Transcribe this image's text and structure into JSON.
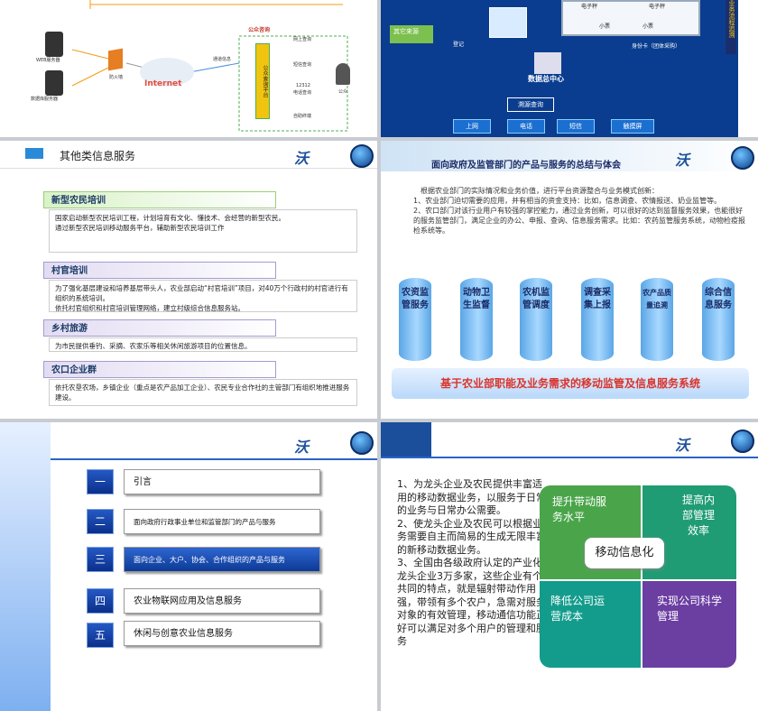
{
  "slide1": {
    "labels": {
      "web": "WEB服务器",
      "db": "数据库服务器",
      "firewall": "防火墙",
      "internet": "Internet",
      "public_query": "公众咨询",
      "platform": "公众查询平台",
      "online": "网上查询",
      "sms": "短信查询",
      "phone_num": "12312",
      "phone": "电话查询",
      "kiosk": "自助终端",
      "public": "公众",
      "channel": "通道信息"
    }
  },
  "slide2": {
    "labels": {
      "other": "其它来源",
      "register": "登记",
      "small1": "小票",
      "small2": "小票",
      "ecard1": "电子秤",
      "ecard2": "电子秤",
      "idcard": "身份卡（团体采购）",
      "center": "数据总中心",
      "query": "溯源查询",
      "web": "上网",
      "phone": "电话",
      "sms": "短信",
      "touch": "触摸屏",
      "side": "业务流程追溯"
    }
  },
  "slide3": {
    "title": "其他类信息服务",
    "sections": [
      {
        "head": "新型农民培训",
        "items": [
          "国家启动新型农民培训工程，计划培育有文化、懂技术、会经营的新型农民。",
          "通过新型农民培训移动服务平台，辅助新型农民培训工作"
        ]
      },
      {
        "head": "村官培训",
        "items": [
          "为了强化基层建设和培养基层带头人，农业部启动“村官培训”项目，对40万个行政村的村官进行有组织的系统培训。",
          "依托村官组织和村官培训管理网络，建立村级综合信息服务站。"
        ]
      },
      {
        "head": "乡村旅游",
        "items": [
          "为市民提供垂钓、采摘、农家乐等相关休闲旅游项目的位置信息。"
        ]
      },
      {
        "head": "农口企业群",
        "items": [
          "依托农垦农场，乡镇企业（重点是农产品加工企业）、农民专业合作社的主管部门有组织地推进服务建设。"
        ]
      }
    ]
  },
  "slide4": {
    "title": "面向政府及监管部门的产品与服务的总结与体会",
    "intro": "根据农业部门的实际情况和业务价值，进行平台资源整合与业务模式创新：",
    "p1": "1、农业部门迫切需要的应用，并有相当的资金支持：比如，信息调查、农情报送、奶业监管等。",
    "p2": "2、农口部门对该行业用户有较强的掌控能力，通过业务创新，可以很好的达到监督服务效果，也能很好的服务监管部门，满足企业的办公、申报、查询、信息服务需求。比如：农药监管服务系统，动物检疫报检系统等。",
    "cylinders": [
      "农资监管服务",
      "动物卫生监督",
      "农机监管调度",
      "调查采集上报",
      "农产品质量追溯",
      "综合信息服务"
    ],
    "banner": "基于农业部职能及业务需求的移动监管及信息服务系统"
  },
  "slide5": {
    "items": [
      {
        "num": "一",
        "label": "引言"
      },
      {
        "num": "二",
        "label": "面向政府行政事业单位和监管部门的产品与服务"
      },
      {
        "num": "三",
        "label": "面向企业、大户、协会、合作组织的产品与服务"
      },
      {
        "num": "四",
        "label": "农业物联网应用及信息服务"
      },
      {
        "num": "五",
        "label": "休闲与创意农业信息服务"
      }
    ]
  },
  "slide6": {
    "text": [
      "1、为龙头企业及农民提供丰富适用的移动数据业务，以服务于日常的业务与日常办公需要。",
      "2、使龙头企业及农民可以根据业务需要自主而简易的生成无限丰富的新移动数据业务。",
      "3、全国由各级政府认定的产业化龙头企业3万多家，这些企业有个共同的特点，就是辐射带动作用强，带领有多个农户，急需对服务对象的有效管理，移动通信功能正好可以满足对多个用户的管理和服务"
    ],
    "center": "移动信息化",
    "tiles": [
      "提升带动服务水平",
      "提高内部管理效率",
      "降低公司运营成本",
      "实现公司科学管理"
    ],
    "colors": {
      "tl": "#4aa54a",
      "tr": "#1f9c74",
      "bl": "#139c8c",
      "br": "#6b3ea2"
    }
  },
  "brand": {
    "text": "沃",
    "tail": "·沃"
  }
}
